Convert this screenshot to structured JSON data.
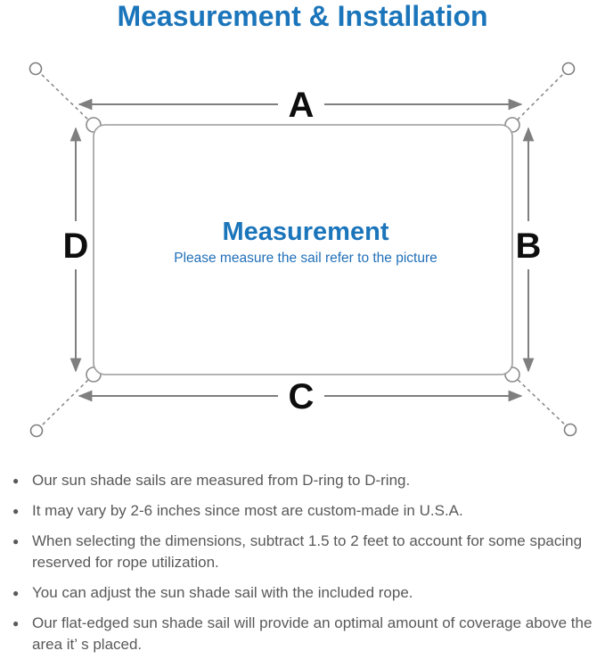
{
  "page": {
    "title": "Measurement & Installation"
  },
  "diagram": {
    "side_labels": {
      "top": "A",
      "right": "B",
      "bottom": "C",
      "left": "D"
    },
    "center_title": "Measurement",
    "center_subtitle": "Please measure the sail refer to the picture"
  },
  "notes": {
    "bullet": "●",
    "items": [
      "Our sun shade sails are measured from D-ring to D-ring.",
      "It may vary by 2-6 inches since most are custom-made in U.S.A.",
      "When selecting the dimensions, subtract 1.5 to 2 feet to account for some spacing reserved for rope utilization.",
      "You can adjust the sun shade sail with the included rope.",
      "Our flat-edged sun shade sail will provide an optimal amount of coverage above the area it’ s placed."
    ]
  },
  "colors": {
    "accent_blue": "#1b75bb",
    "arrow_gray": "#7f7f7f",
    "outline_gray": "#9c9c9c",
    "note_text_gray": "#595959"
  }
}
